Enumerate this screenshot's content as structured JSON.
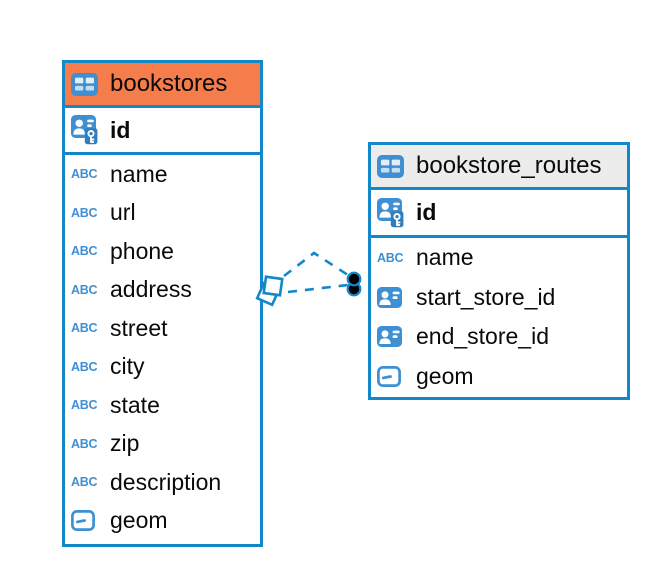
{
  "diagram": {
    "tables": [
      {
        "title": "bookstores",
        "header_style": "orange",
        "primary_key": {
          "name": "id",
          "type": "primary-key"
        },
        "fields": [
          {
            "name": "name",
            "type": "text"
          },
          {
            "name": "url",
            "type": "text"
          },
          {
            "name": "phone",
            "type": "text"
          },
          {
            "name": "address",
            "type": "text"
          },
          {
            "name": "street",
            "type": "text"
          },
          {
            "name": "city",
            "type": "text"
          },
          {
            "name": "state",
            "type": "text"
          },
          {
            "name": "zip",
            "type": "text"
          },
          {
            "name": "description",
            "type": "text"
          },
          {
            "name": "geom",
            "type": "geometry"
          }
        ]
      },
      {
        "title": "bookstore_routes",
        "header_style": "gray",
        "primary_key": {
          "name": "id",
          "type": "primary-key"
        },
        "fields": [
          {
            "name": "name",
            "type": "text"
          },
          {
            "name": "start_store_id",
            "type": "reference"
          },
          {
            "name": "end_store_id",
            "type": "reference"
          },
          {
            "name": "geom",
            "type": "geometry"
          }
        ]
      }
    ],
    "relationships": [
      {
        "from": "bookstores",
        "to": "bookstore_routes",
        "line_style": "dashed",
        "source_marker": "diamond",
        "target_marker": "dot"
      },
      {
        "from": "bookstores",
        "to": "bookstore_routes",
        "line_style": "dashed",
        "source_marker": "diamond",
        "target_marker": "dot"
      }
    ],
    "icons": {
      "text_type_label": "ABC",
      "table_icon": "table-grid",
      "primary_key_icon": "user-key",
      "reference_icon": "user-card",
      "geometry_icon": "rect-dash"
    },
    "colors": {
      "structure_blue": "#1287c9",
      "icon_blue": "#3e90d2",
      "orange_header": "#f57c4b",
      "gray_header": "#ececec",
      "marker_black": "#000000",
      "background": "#ffffff"
    }
  }
}
